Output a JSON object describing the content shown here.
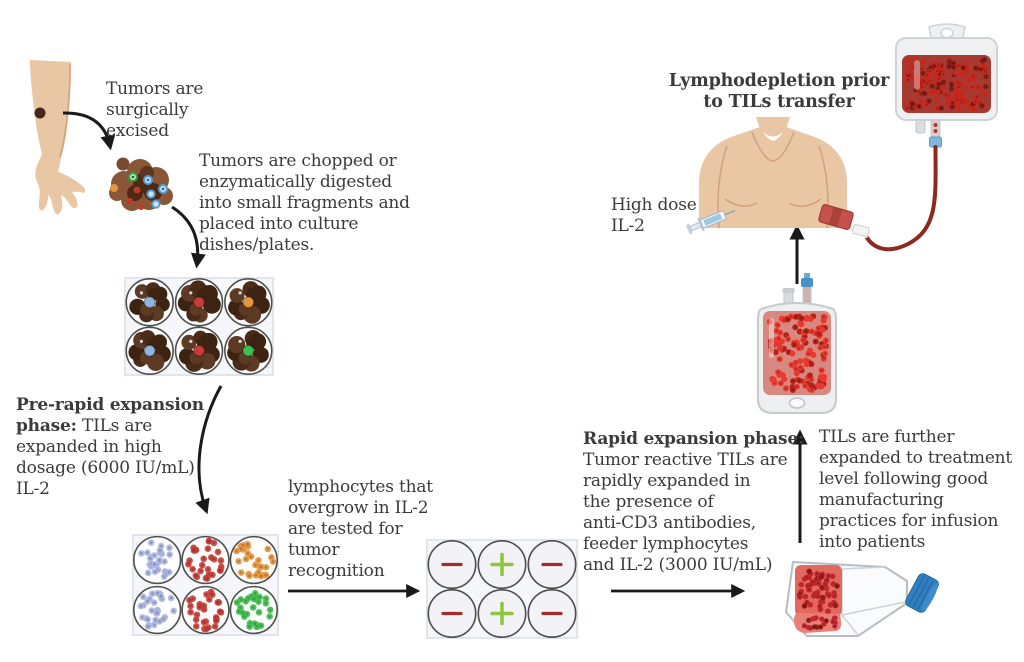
{
  "labels": {
    "excised": "Tumors are\nsurgically\nexcised",
    "chopped": "Tumors are chopped or\nenzymatically digested\ninto small fragments and\nplaced into culture\ndishes/plates.",
    "pre_rep_bold": "Pre-rapid expansion\nphase:",
    "pre_rep_rest": " TILs are\nexpanded in high\ndosage (6000 IU/mL)\nIL-2",
    "tested": "lymphocytes that\novergrow in IL-2\nare tested for\ntumor\nrecognition",
    "rep_bold": "Rapid expansion phase:",
    "rep_rest": "\nTumor reactive TILs are\nrapidly expanded in\nthe presence of\nanti-CD3 antibodies,\nfeeder lymphocytes\nand IL-2 (3000 IU/mL)",
    "further": "TILs are further\nexpanded to treatment\nlevel following good\nmanufacturing\npractices for infusion\ninto patients",
    "lymphodepletion": "Lymphodepletion prior\nto TILs transfer",
    "high_dose": "High dose\nIL-2"
  },
  "colors": {
    "text": "#3b3b3b",
    "arrow": "#1a1a1a",
    "skin": "#e9c6a4",
    "skin_shade": "#d2a17c",
    "tumor_brown": "#5d3a24",
    "tumor_brown_dark": "#3e2212",
    "tumor_brown_light": "#8a5638",
    "plate_bg": "#f5f7fa",
    "plate_border": "#e1e6ed",
    "well_stroke": "#4e4e4e",
    "cell_blue": "#8fb4dd",
    "cell_lavender": "#aab6e3",
    "cell_red": "#c63d39",
    "cell_orange": "#e6953f",
    "cell_green": "#3fbf4e",
    "minus": "#9e2f2a",
    "plus": "#8dc63f",
    "flask_cap_blue": "#2f7fc1",
    "bag_red": "#a63a31",
    "til_red": "#e8392e",
    "tube_red": "#8c2a1e"
  },
  "plates": {
    "fragments": {
      "style": "clumps",
      "wells": [
        "blue",
        "red",
        "orange",
        "blue",
        "red",
        "green"
      ]
    },
    "expanded": {
      "style": "fill",
      "wells": [
        "lavender",
        "red",
        "orange",
        "lavender",
        "red",
        "green"
      ]
    },
    "recognition": {
      "style": "symbols",
      "wells": [
        "minus",
        "plus",
        "minus",
        "minus",
        "plus",
        "minus"
      ]
    }
  }
}
